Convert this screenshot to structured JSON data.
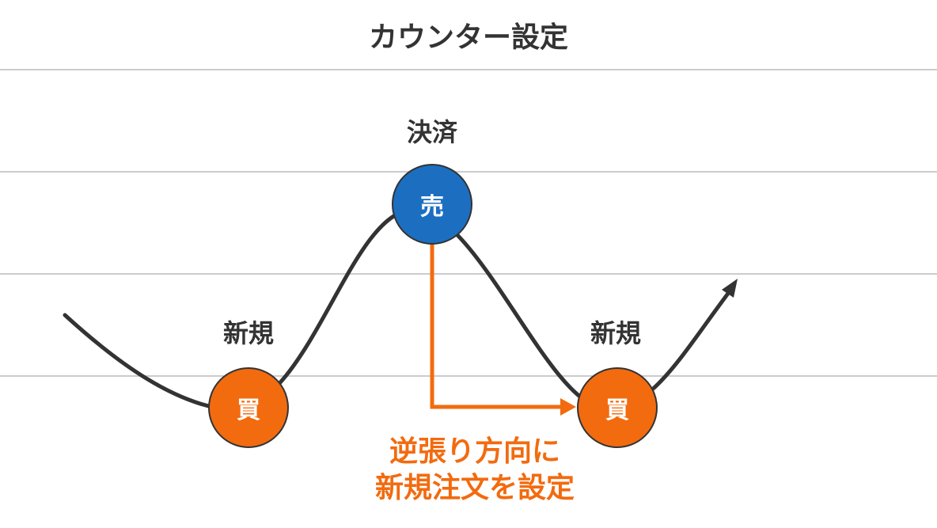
{
  "title": "カウンター設定",
  "labels": {
    "settle": "決済",
    "new_left": "新規",
    "new_right": "新規"
  },
  "nodes": {
    "sell": "売",
    "buy_left": "買",
    "buy_right": "買"
  },
  "note": {
    "line1": "逆張り方向に",
    "line2": "新規注文を設定"
  },
  "colors": {
    "text": "#333333",
    "accent_orange": "#F26B0F",
    "sell_blue": "#1C6FC0",
    "grid_line": "#CCCCCC"
  }
}
